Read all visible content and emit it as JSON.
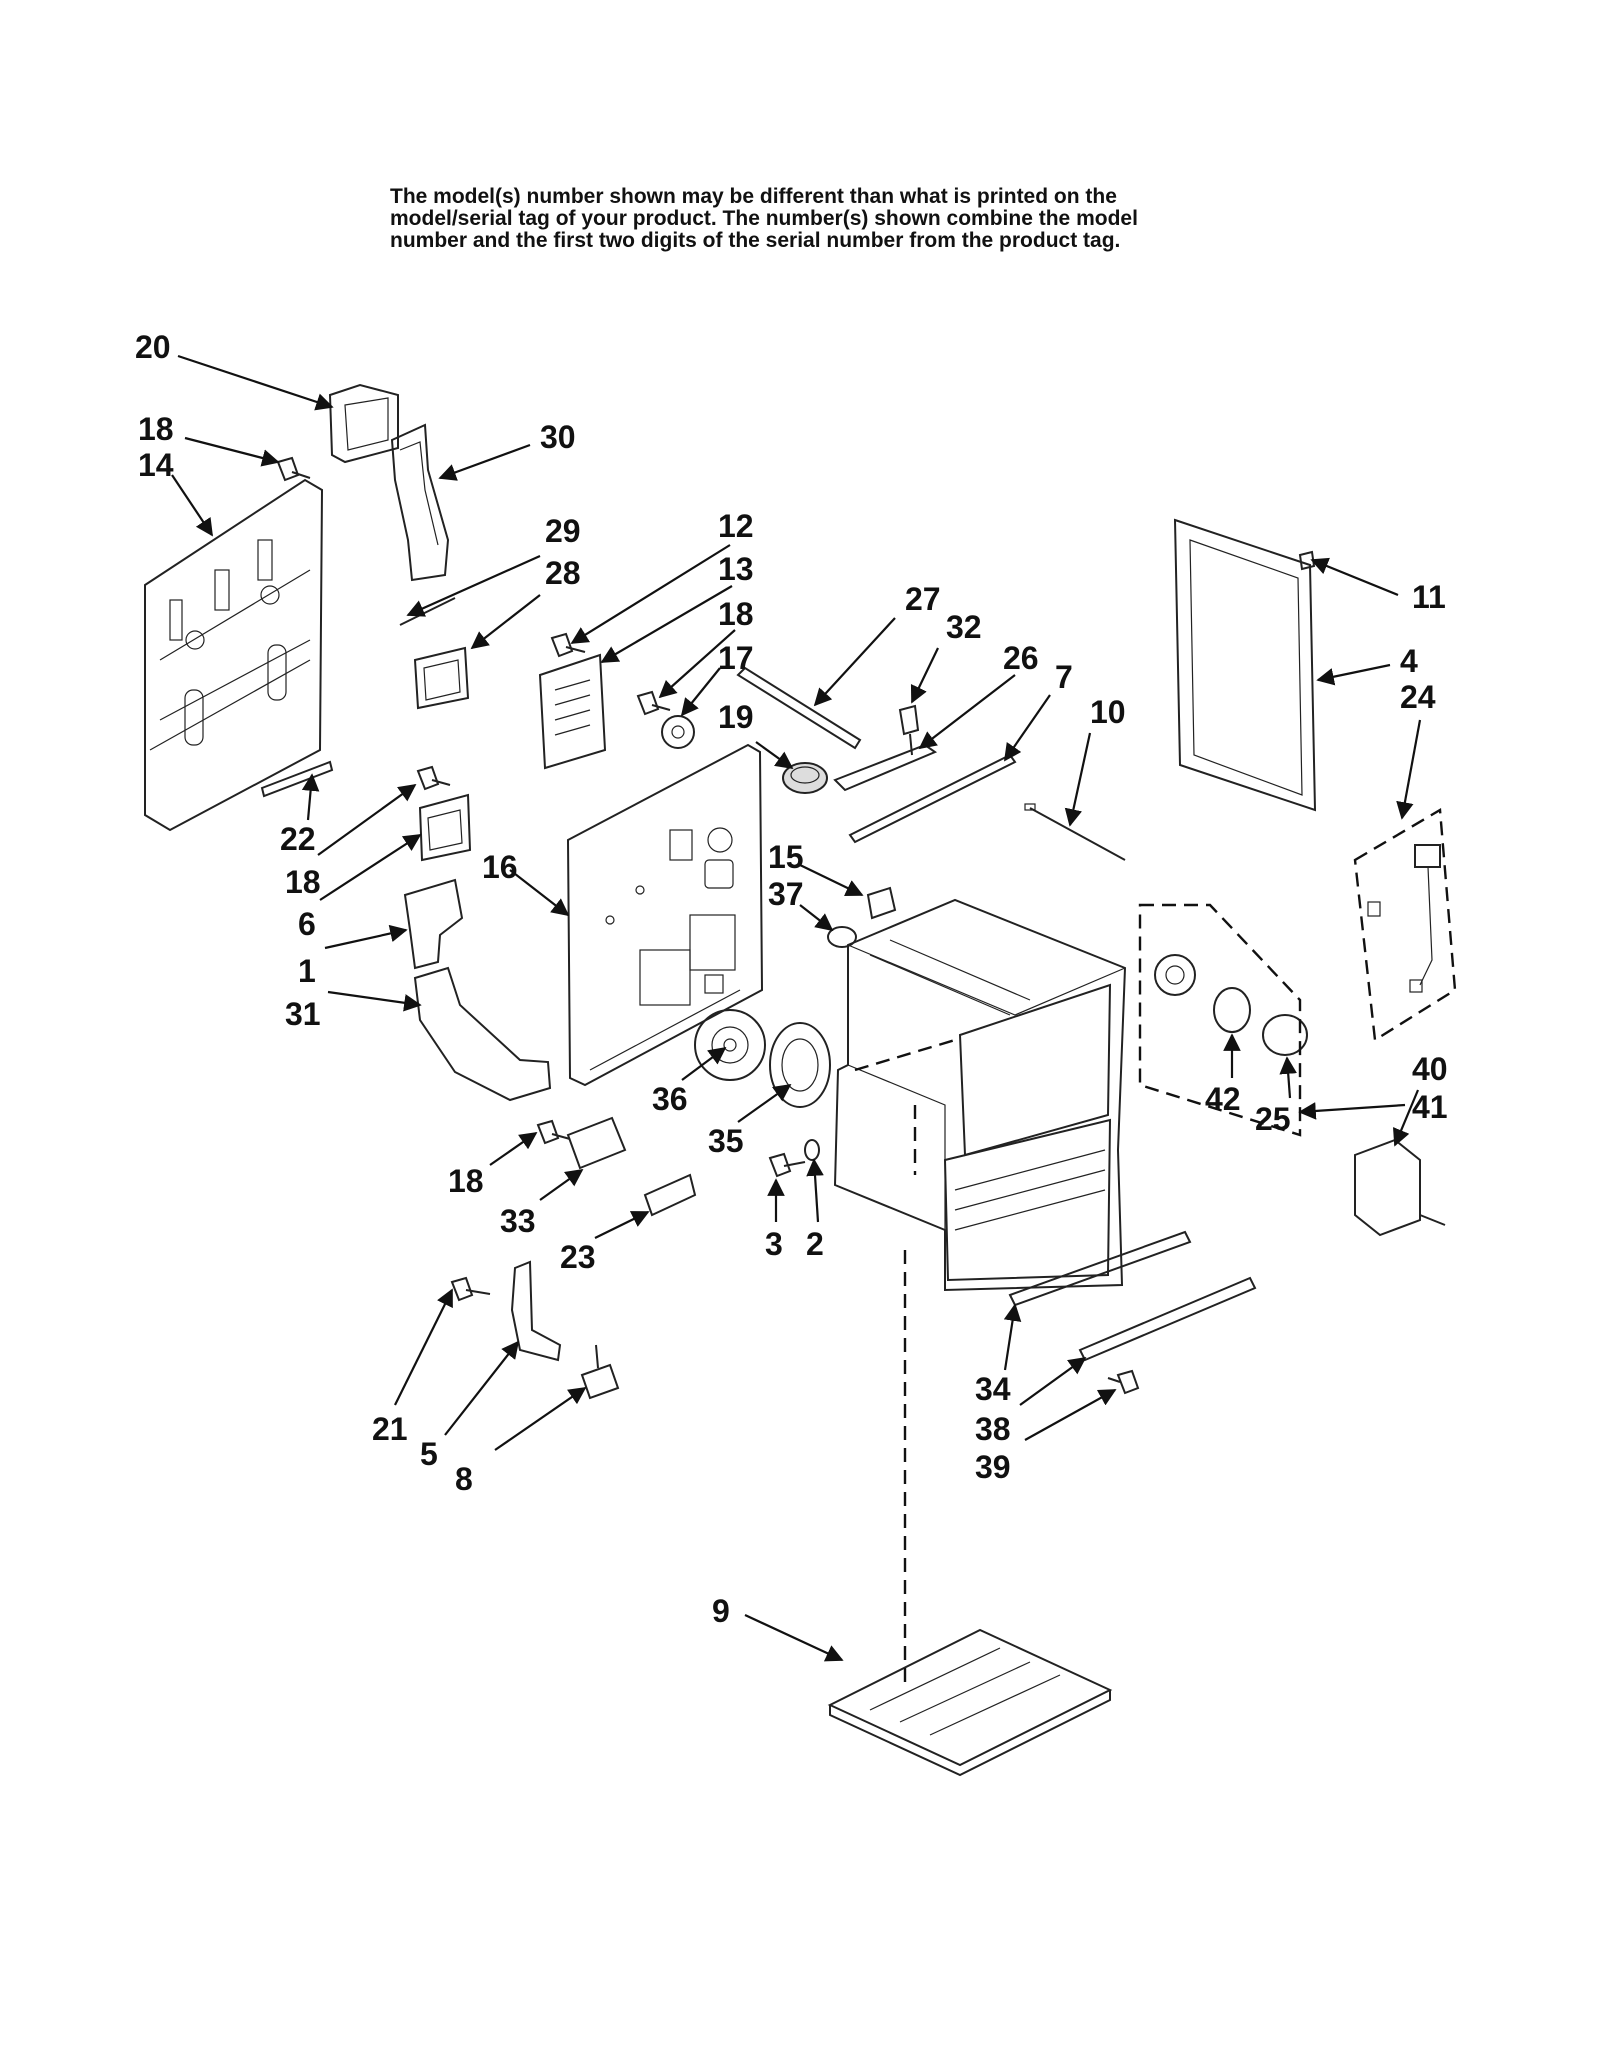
{
  "note": {
    "line1": "The model(s) number shown may be different than what is printed on the",
    "line2": "model/serial tag of your product. The number(s) shown combine the model",
    "line3": "number and the first two digits of the serial number from the product tag."
  },
  "labels": [
    "20",
    "18",
    "14",
    "30",
    "29",
    "28",
    "12",
    "13",
    "18",
    "17",
    "19",
    "27",
    "32",
    "26",
    "7",
    "10",
    "11",
    "4",
    "24",
    "22",
    "18",
    "6",
    "1",
    "31",
    "16",
    "15",
    "37",
    "36",
    "35",
    "3",
    "2",
    "18",
    "33",
    "23",
    "41",
    "40",
    "42",
    "25",
    "21",
    "5",
    "8",
    "34",
    "38",
    "39",
    "9"
  ]
}
